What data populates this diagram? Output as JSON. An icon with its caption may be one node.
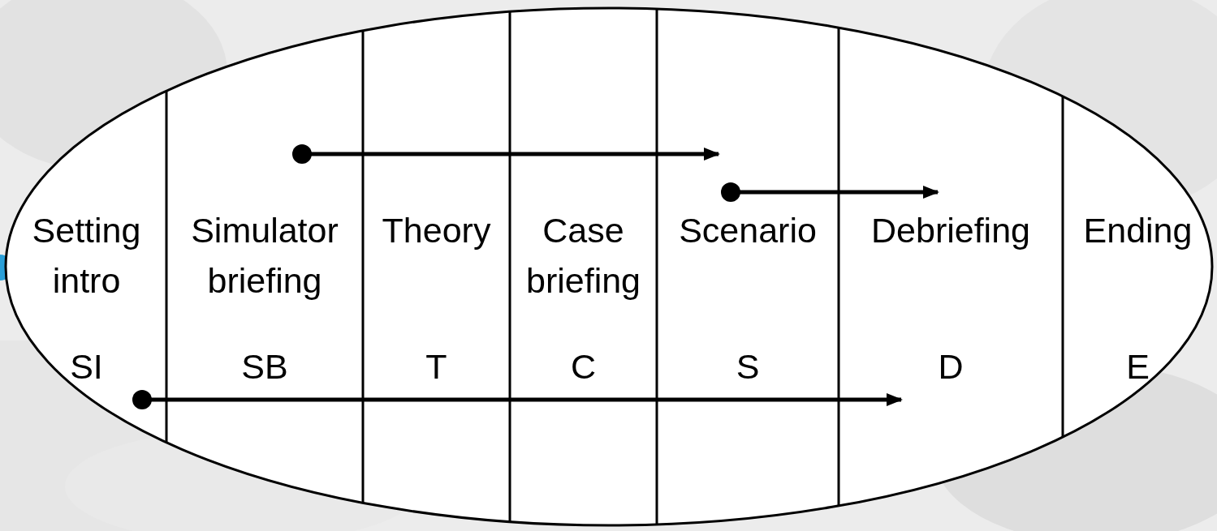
{
  "diagram": {
    "nodes": [
      {
        "text": [],
        "shape": "ellipse"
      },
      {
        "text": [
          "Setting intro",
          "SI"
        ],
        "in": 0
      },
      {
        "text": [
          "Simulator briefing",
          "SB"
        ],
        "in": 0
      },
      {
        "text": [
          "Theory",
          "T"
        ],
        "in": 0
      },
      {
        "text": [
          "Case briefing",
          "C"
        ],
        "in": 0
      },
      {
        "text": [
          "Scenario",
          "S"
        ],
        "in": 0
      },
      {
        "text": [
          "Debriefing",
          "D"
        ],
        "in": 0
      },
      {
        "text": [
          "Ending",
          "E"
        ],
        "in": 0
      }
    ],
    "edges": [
      {
        "from": 2,
        "to": 5,
        "arrow": "to"
      },
      {
        "from": 5,
        "to": 6,
        "arrow": "to"
      },
      {
        "from": 1,
        "to": 6,
        "arrow": "to"
      }
    ]
  }
}
